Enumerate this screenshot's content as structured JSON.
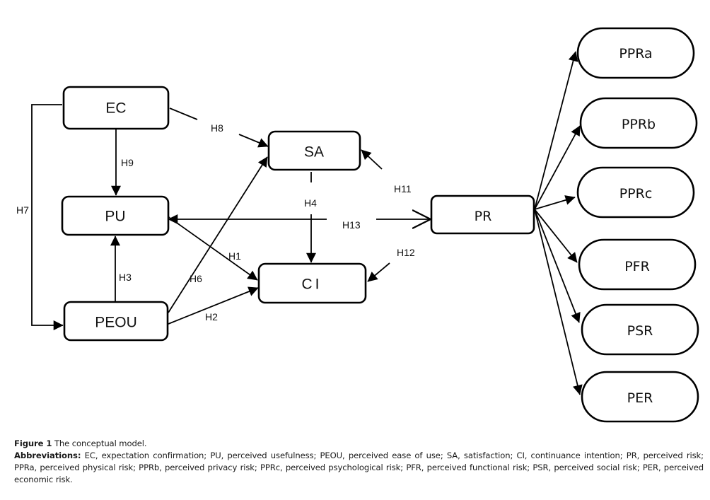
{
  "nodes": {
    "EC": "EC",
    "PU": "PU",
    "PEOU": "PEOU",
    "SA": "SA",
    "CI": "CI",
    "PR": "PR",
    "PPRa": "PPRa",
    "PPRb": "PPRb",
    "PPRc": "PPRc",
    "PFR": "PFR",
    "PSR": "PSR",
    "PER": "PER"
  },
  "edges": [
    {
      "id": "H1",
      "from": "PU",
      "to": "CI",
      "label": "H1"
    },
    {
      "id": "H2",
      "from": "PEOU",
      "to": "CI",
      "label": "H2"
    },
    {
      "id": "H3",
      "from": "PEOU",
      "to": "PU",
      "label": "H3"
    },
    {
      "id": "H4",
      "from": "SA",
      "to": "CI",
      "label": "H4"
    },
    {
      "id": "H6",
      "from": "PEOU",
      "to": "SA",
      "label": "H6"
    },
    {
      "id": "H7",
      "from": "EC",
      "to": "PEOU",
      "label": "H7"
    },
    {
      "id": "H8",
      "from": "EC",
      "to": "SA",
      "label": "H8"
    },
    {
      "id": "H9",
      "from": "EC",
      "to": "PU",
      "label": "H9"
    },
    {
      "id": "H11",
      "from": "PR",
      "to": "SA",
      "label": "H11"
    },
    {
      "id": "H12",
      "from": "PR",
      "to": "CI",
      "label": "H12"
    },
    {
      "id": "H13",
      "from": "PR",
      "to": "PU",
      "label": "H13"
    },
    {
      "id": "PR-PPRa",
      "from": "PR",
      "to": "PPRa",
      "label": ""
    },
    {
      "id": "PR-PPRb",
      "from": "PR",
      "to": "PPRb",
      "label": ""
    },
    {
      "id": "PR-PPRc",
      "from": "PR",
      "to": "PPRc",
      "label": ""
    },
    {
      "id": "PR-PFR",
      "from": "PR",
      "to": "PFR",
      "label": ""
    },
    {
      "id": "PR-PSR",
      "from": "PR",
      "to": "PSR",
      "label": ""
    },
    {
      "id": "PR-PER",
      "from": "PR",
      "to": "PER",
      "label": ""
    }
  ],
  "caption": {
    "figure_label": "Figure 1",
    "figure_title": "The conceptual model.",
    "abbrev_label": "Abbreviations:",
    "abbrev_text": "EC, expectation confirmation; PU, perceived usefulness; PEOU, perceived ease of use; SA, satisfaction; CI, continuance intention; PR, perceived risk; PPRa, perceived physical risk; PPRb, perceived privacy risk; PPRc, perceived psychological risk; PFR, perceived functional risk; PSR, perceived social risk; PER, perceived economic risk."
  }
}
